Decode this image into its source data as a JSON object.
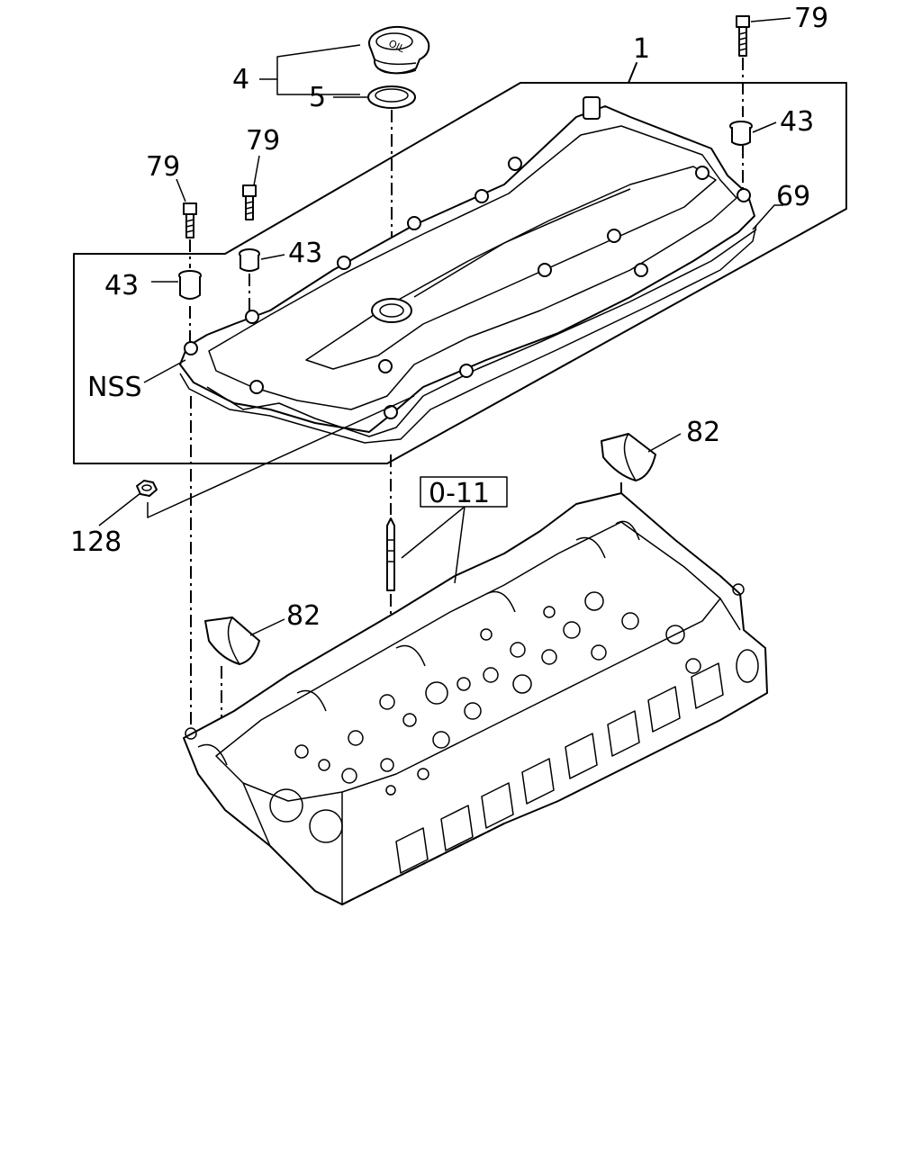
{
  "callouts": {
    "c1": "1",
    "c4": "4",
    "c5": "5",
    "c79_top": "79",
    "c79_mid": "79",
    "c79_left": "79",
    "c43_right": "43",
    "c43_mid": "43",
    "c43_left": "43",
    "c69": "69",
    "cNSS": "NSS",
    "c82_top": "82",
    "c82_left": "82",
    "c011": "0-11",
    "c128": "128"
  },
  "oil_cap_text": "OIL"
}
